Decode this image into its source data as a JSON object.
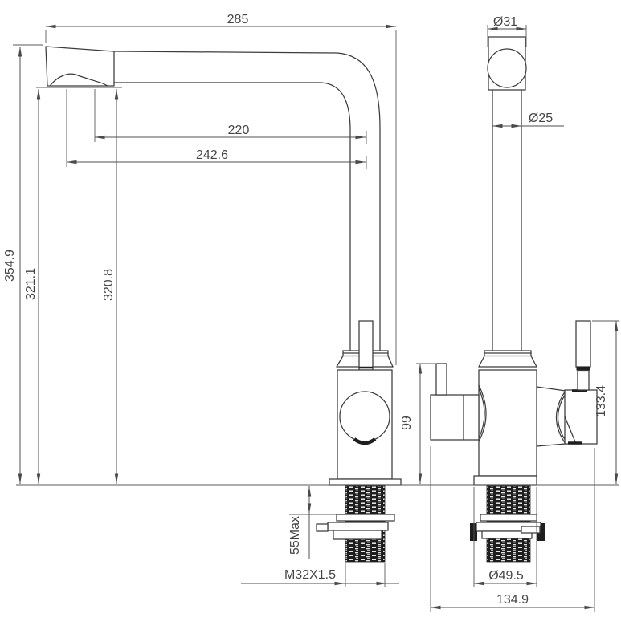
{
  "drawing": {
    "colors": {
      "background": "#ffffff",
      "object_line": "#3b3b3b",
      "dimension_line": "#4f4f4f",
      "text": "#454545",
      "thread_dark": "#1e1e1e"
    },
    "dimensions": {
      "overall_reach": "285",
      "reach_inner": "220",
      "reach_outer": "242.6",
      "overall_height": "354.9",
      "spout_height_outer": "321.1",
      "spout_height_inner": "320.8",
      "spout_tip_diameter": "Ø31",
      "riser_tube_diameter": "Ø25",
      "body_top_height": "99",
      "handle_top_height": "133.4",
      "max_deck_thickness": "55Max",
      "shank_thread": "M32X1.5",
      "flange_diameter": "Ø49.5",
      "overall_width": "134.9"
    }
  }
}
